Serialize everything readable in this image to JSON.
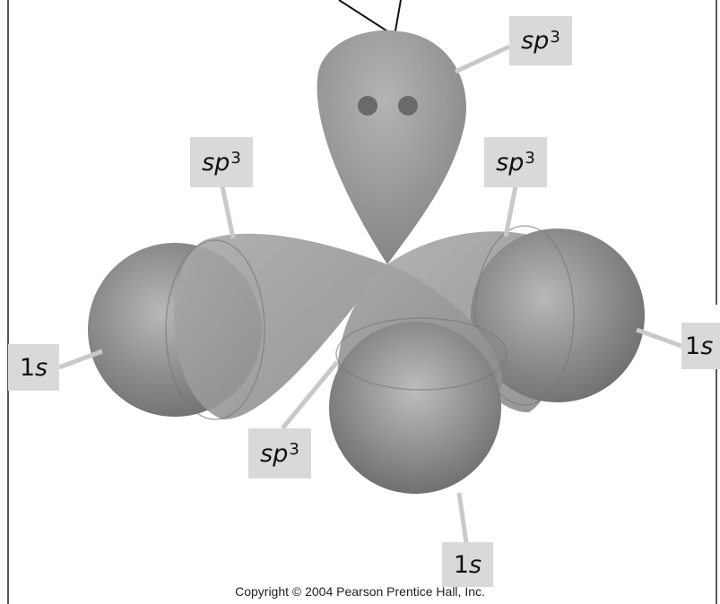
{
  "orbital_labels": {
    "lone_pair": {
      "base": "sp",
      "exp": "3"
    },
    "upper_left": {
      "base": "sp",
      "exp": "3"
    },
    "upper_right": {
      "base": "sp",
      "exp": "3"
    },
    "lower_center": {
      "base": "sp",
      "exp": "3"
    },
    "left_s": {
      "num": "1",
      "base": "s"
    },
    "right_s": {
      "num": "1",
      "base": "s"
    },
    "bottom_s": {
      "num": "1",
      "base": "s"
    }
  },
  "lone_pair_electrons": 2,
  "copyright": "Copyright © 2004 Pearson Prentice Hall, Inc."
}
